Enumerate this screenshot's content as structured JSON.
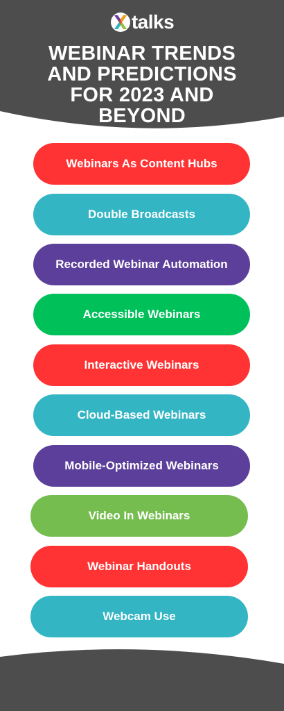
{
  "logo": {
    "text": "talks",
    "icon": "x-logo-icon",
    "icon_colors": [
      "#e74c3c",
      "#f39c12",
      "#8dc63f",
      "#2ab4c8",
      "#6b3fa0"
    ]
  },
  "title": {
    "lines": [
      "WEBINAR TRENDS",
      "AND PREDICTIONS",
      "FOR 2023 AND",
      "BEYOND"
    ]
  },
  "colors": {
    "band": "#4d4d4d",
    "red": "#ff3333",
    "teal": "#33b5c4",
    "purple": "#5c3f9a",
    "green": "#00c05a",
    "light_green": "#76bd4f"
  },
  "trends": [
    {
      "label": "Webinars As Content Hubs",
      "color": "red"
    },
    {
      "label": "Double Broadcasts",
      "color": "teal"
    },
    {
      "label": "Recorded Webinar Automation",
      "color": "purple"
    },
    {
      "label": "Accessible Webinars",
      "color": "green"
    },
    {
      "label": "Interactive Webinars",
      "color": "red"
    },
    {
      "label": "Cloud-Based Webinars",
      "color": "teal"
    },
    {
      "label": "Mobile-Optimized Webinars",
      "color": "purple"
    },
    {
      "label": "Video In Webinars",
      "color": "light_green"
    },
    {
      "label": "Webinar Handouts",
      "color": "red"
    },
    {
      "label": "Webcam Use",
      "color": "teal"
    }
  ]
}
